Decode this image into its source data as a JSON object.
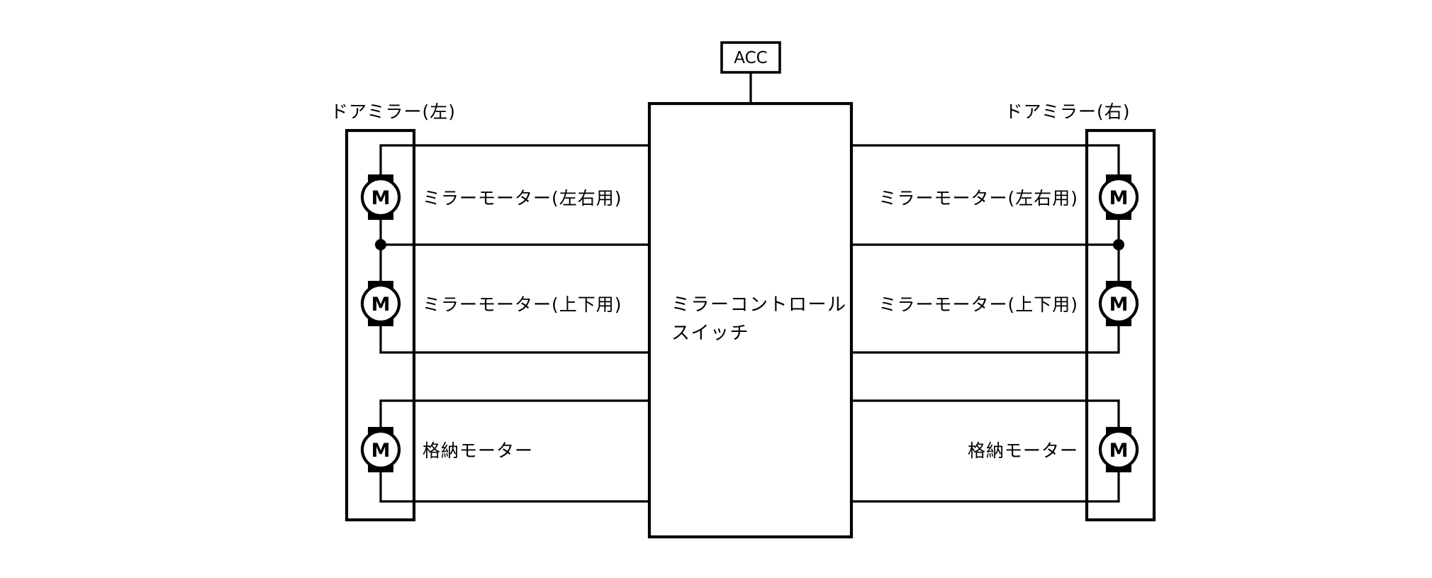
{
  "diagram": {
    "title_left": "ドアミラー(左)",
    "title_right": "ドアミラー(右)",
    "power_source": "ACC",
    "control_unit_line1": "ミラーコントロール",
    "control_unit_line2": "スイッチ",
    "motor_symbol": "M",
    "left_motors": [
      {
        "label": "ミラーモーター(左右用)"
      },
      {
        "label": "ミラーモーター(上下用)"
      },
      {
        "label": "格納モーター"
      }
    ],
    "right_motors": [
      {
        "label": "ミラーモーター(左右用)"
      },
      {
        "label": "ミラーモーター(上下用)"
      },
      {
        "label": "格納モーター"
      }
    ],
    "colors": {
      "line": "#000000",
      "background": "#ffffff",
      "fill": "#ffffff"
    }
  }
}
